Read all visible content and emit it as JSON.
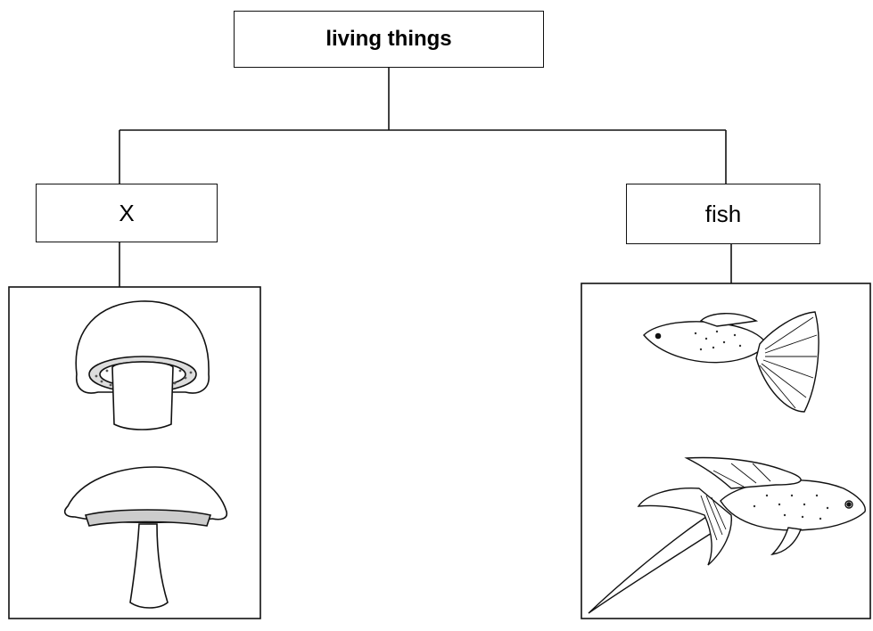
{
  "diagram": {
    "root": {
      "label": "living things"
    },
    "children": [
      {
        "label": "X",
        "image": "mushroom-illustrations"
      },
      {
        "label": "fish",
        "image": "fish-illustrations"
      }
    ]
  },
  "colors": {
    "line": "#111111",
    "background": "#ffffff"
  }
}
